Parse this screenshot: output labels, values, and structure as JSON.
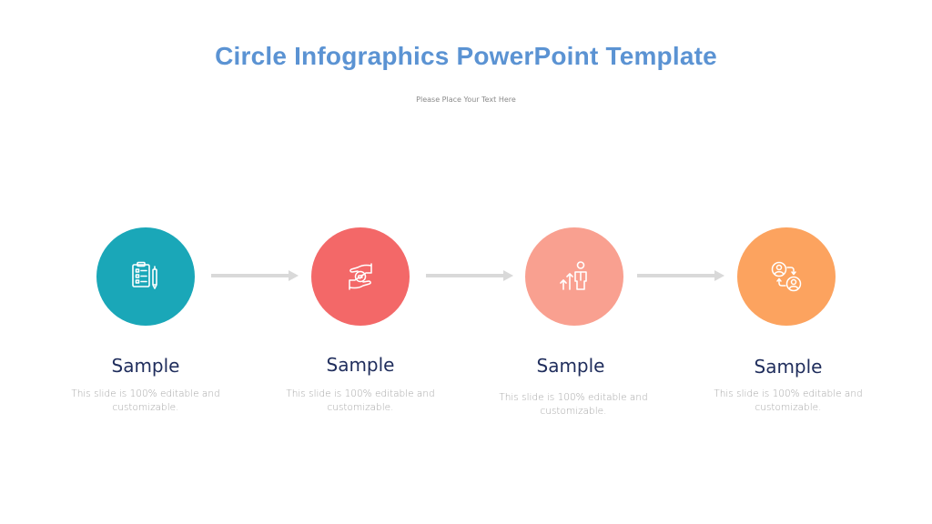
{
  "slide": {
    "title": "Circle Infographics PowerPoint Template",
    "subtitle": "Please Place Your Text Here",
    "title_color": "#5b93d3",
    "arrow_color": "#d9d9d9"
  },
  "steps": [
    {
      "title": "Sample",
      "desc_line1": "This slide is 100% editable and",
      "desc_line2": "customizable.",
      "color": "#1aa7b8",
      "icon": "clipboard-checklist-icon"
    },
    {
      "title": "Sample",
      "desc_line1": "This slide is 100% editable and",
      "desc_line2": "customizable.",
      "color": "#f36868",
      "icon": "hands-checkmark-icon"
    },
    {
      "title": "Sample",
      "desc_line1": "This slide is 100% editable and",
      "desc_line2": "customizable.",
      "color": "#f9a090",
      "icon": "person-growth-arrows-icon"
    },
    {
      "title": "Sample",
      "desc_line1": "This slide is 100% editable and",
      "desc_line2": "customizable.",
      "color": "#fca35f",
      "icon": "user-exchange-icon"
    }
  ]
}
